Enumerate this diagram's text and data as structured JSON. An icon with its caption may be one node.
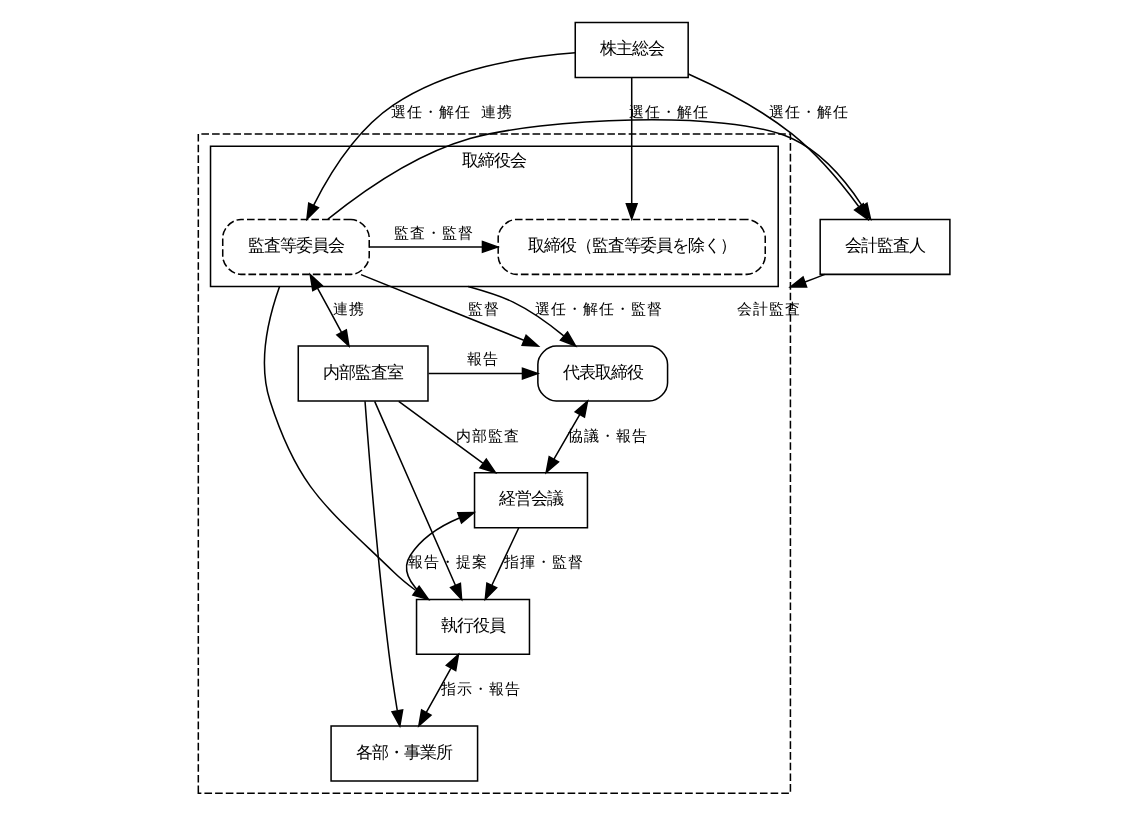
{
  "diagram": {
    "nodes": [
      {
        "text": [
          "株主総会"
        ]
      },
      {
        "text": [
          "会計監査人"
        ]
      },
      {
        "text": [],
        "shape": "box"
      },
      {
        "text": [
          "取締役会"
        ],
        "in": 2
      },
      {
        "text": [
          "監査等委員会"
        ],
        "in": 3
      },
      {
        "text": [
          "取締役（監査等委員を除く）"
        ],
        "in": 3
      },
      {
        "text": [
          "内部監査室"
        ],
        "in": 2
      },
      {
        "text": [
          "代表取締役"
        ],
        "in": 2
      },
      {
        "text": [
          "経営会議"
        ],
        "in": 2
      },
      {
        "text": [
          "執行役員"
        ],
        "in": 2
      },
      {
        "text": [
          "各部・事業所"
        ],
        "in": 2
      }
    ],
    "edges": [
      {
        "from": 0,
        "to": 1,
        "arrow": "to",
        "label": "選任・解任"
      },
      {
        "from": 0,
        "to": 4,
        "arrow": "to",
        "label": "選任・解任"
      },
      {
        "from": 0,
        "to": 5,
        "arrow": "to",
        "label": "選任・解任"
      },
      {
        "from": 4,
        "to": 1,
        "arrow": "to",
        "label": "連携"
      },
      {
        "from": 4,
        "to": 5,
        "arrow": "to",
        "label": "監査・監督"
      },
      {
        "from": 1,
        "to": 2,
        "arrow": "to",
        "label": "会計監査"
      },
      {
        "from": 4,
        "to": 6,
        "arrow": "both",
        "label": "連携"
      },
      {
        "from": 4,
        "to": 7,
        "arrow": "to",
        "label": "監督"
      },
      {
        "from": 3,
        "to": 7,
        "arrow": "to",
        "label": "選任・解任・監督"
      },
      {
        "from": 3,
        "to": 9,
        "arrow": "to"
      },
      {
        "from": 6,
        "to": 7,
        "arrow": "to",
        "label": "報告"
      },
      {
        "from": 6,
        "to": 8,
        "arrow": "to",
        "label": "内部監査"
      },
      {
        "from": 6,
        "to": 9,
        "arrow": "to"
      },
      {
        "from": 6,
        "to": 10,
        "arrow": "to"
      },
      {
        "from": 7,
        "to": 8,
        "arrow": "both",
        "label": "協議・報告"
      },
      {
        "from": 8,
        "to": 9,
        "arrow": "to",
        "label": "指揮・監督"
      },
      {
        "from": 9,
        "to": 8,
        "arrow": "to",
        "label": "報告・提案"
      },
      {
        "from": 9,
        "to": 10,
        "arrow": "both",
        "label": "指示・報告"
      }
    ]
  }
}
